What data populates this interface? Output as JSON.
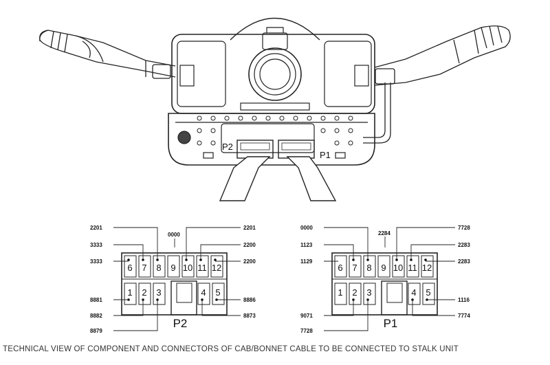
{
  "caption": "TECHNICAL VIEW OF COMPONENT AND CONNECTORS OF CAB/BONNET CABLE TO BE CONNECTED TO STALK UNIT",
  "unit": {
    "p1_label": "P1",
    "p2_label": "P2"
  },
  "p2": {
    "label": "P2",
    "pins_top": [
      "6",
      "7",
      "8",
      "9",
      "10",
      "11",
      "12"
    ],
    "pins_bottom": [
      "1",
      "2",
      "3",
      "4",
      "5"
    ],
    "wires": {
      "top_left_2201": "2201",
      "top_center_0000": "0000",
      "top_right_2201": "2201",
      "left_3333_upper": "3333",
      "left_3333_lower": "3333",
      "right_2200_upper": "2200",
      "right_2200_lower": "2200",
      "left_8881": "8881",
      "left_8882": "8882",
      "left_8879": "8879",
      "right_8886": "8886",
      "right_8873": "8873"
    }
  },
  "p1": {
    "label": "P1",
    "pins_top": [
      "6",
      "7",
      "8",
      "9",
      "10",
      "11",
      "12"
    ],
    "pins_bottom": [
      "1",
      "2",
      "3",
      "4",
      "5"
    ],
    "wires": {
      "top_left_0000": "0000",
      "top_center_2284": "2284",
      "top_right_7728": "7728",
      "left_1123": "1123",
      "left_1129": "1129",
      "right_2283_upper": "2283",
      "right_2283_lower": "2283",
      "left_9071": "9071",
      "left_7728": "7728",
      "right_1116": "1116",
      "right_7774": "7774"
    }
  }
}
